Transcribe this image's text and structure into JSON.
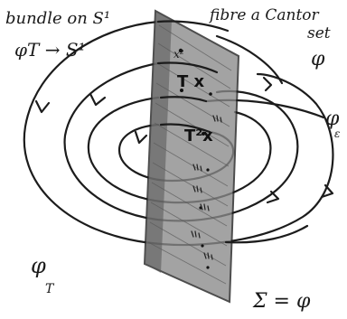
{
  "labels": {
    "bundle": "bundle on S¹",
    "bundle_map": "φT → S¹",
    "fibre_line1": "fibre a Cantor",
    "fibre_line2": "set",
    "fibre_symbol": "φ",
    "right_symbol": "φ",
    "right_sub": "ε",
    "bottom_left_symbol": "φ",
    "bottom_left_sub": "T",
    "sigma_eq": "Σ = φ",
    "x_top": "x²",
    "T_x": "T x",
    "T2_x": "T²x"
  },
  "colors": {
    "ink": "#1c1c1c",
    "sheet": "#7f7f7f"
  }
}
